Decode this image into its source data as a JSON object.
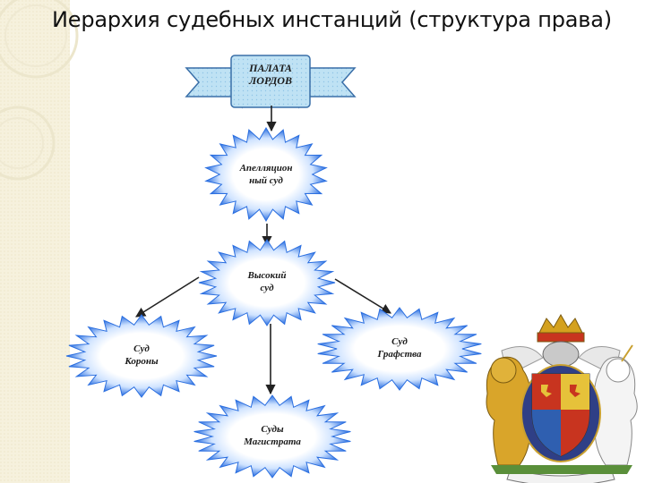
{
  "title": "Иерархия судебных инстанций (структура права)",
  "nodes": {
    "lords": {
      "line1": "ПАЛАТА",
      "line2": "ЛОРДОВ"
    },
    "appeal": {
      "line1": "Апелляцион",
      "line2": "ный суд"
    },
    "high": {
      "line1": "Высокий",
      "line2": "суд"
    },
    "crown": {
      "line1": "Суд",
      "line2": "Короны"
    },
    "county": {
      "line1": "Суд",
      "line2": "Графства"
    },
    "magistrate": {
      "line1": "Суды",
      "line2": "Магистрата"
    }
  },
  "colors": {
    "banner_fill": "#bfe2f4",
    "banner_stroke": "#3a6fa8",
    "star_edge": "#2b6fe0",
    "star_center": "#ffffff",
    "arrow": "#222222",
    "sidebar": "#f4eed8"
  },
  "decoration": {
    "crest": "royal-coat-of-arms-icon"
  }
}
